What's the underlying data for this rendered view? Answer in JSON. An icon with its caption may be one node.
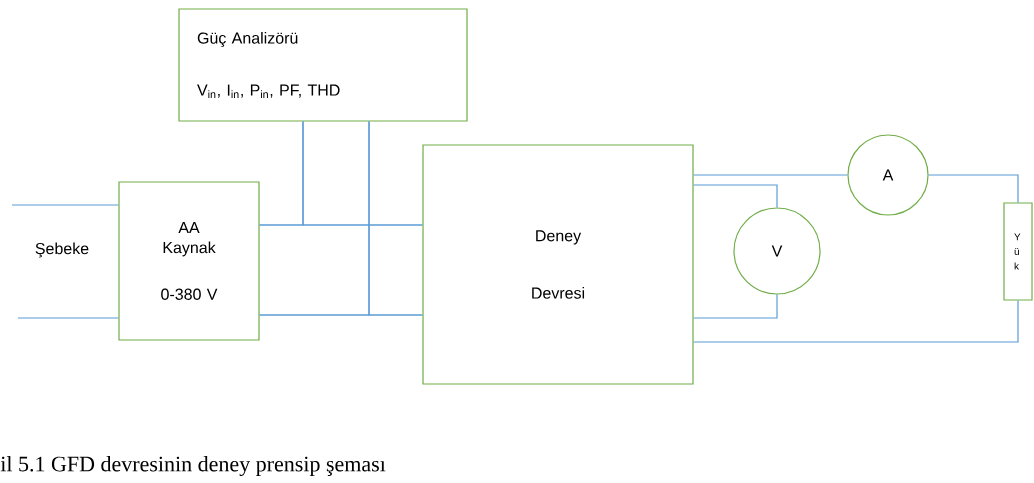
{
  "diagram": {
    "caption": "il 5.1 GFD devresinin deney prensip şeması",
    "nodes": [
      {
        "text": [
          "AA Kaynak",
          "0-380 V"
        ]
      },
      {
        "text": [
          "Güç Analizörü",
          "V$_{in}$, I$_{in}$, P$_{in}$, PF, THD"
        ]
      },
      {
        "text": [
          "Deney Devresi"
        ]
      },
      {
        "text": [
          "V"
        ]
      },
      {
        "text": [
          "A"
        ]
      },
      {
        "text": [
          "Y ü k"
        ]
      }
    ],
    "edges": [
      {
        "from": 0,
        "to": 2,
        "arrow": "none"
      },
      {
        "from": 0,
        "to": 2,
        "arrow": "none"
      },
      {
        "from": 1,
        "to": 0,
        "arrow": "none"
      },
      {
        "from": 1,
        "to": 2,
        "arrow": "none"
      },
      {
        "from": 1,
        "to": 0,
        "arrow": "none"
      },
      {
        "from": 1,
        "to": 2,
        "arrow": "none"
      },
      {
        "from": 2,
        "to": 4,
        "arrow": "none"
      },
      {
        "from": 4,
        "to": 5,
        "arrow": "none"
      },
      {
        "from": 2,
        "to": 3,
        "arrow": "none"
      },
      {
        "from": 2,
        "to": 3,
        "arrow": "none"
      },
      {
        "from": 2,
        "to": 5,
        "arrow": "none"
      },
      {
        "from": null,
        "to": 0,
        "arrow": "none"
      },
      {
        "from": null,
        "to": 0,
        "arrow": "none"
      }
    ],
    "labels": [
      "Şebeke"
    ]
  }
}
